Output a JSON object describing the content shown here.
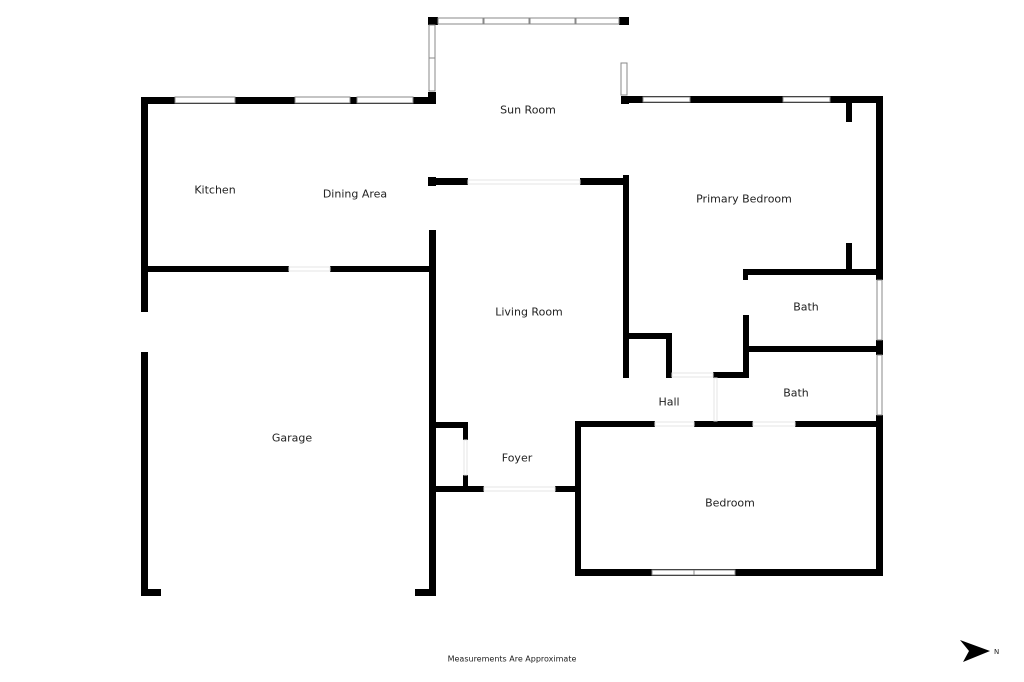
{
  "rooms": {
    "kitchen": "Kitchen",
    "dining_area": "Dining Area",
    "sun_room": "Sun Room",
    "primary_bedroom": "Primary Bedroom",
    "living_room": "Living Room",
    "bath_1": "Bath",
    "bath_2": "Bath",
    "hall": "Hall",
    "garage": "Garage",
    "foyer": "Foyer",
    "bedroom": "Bedroom"
  },
  "footer_note": "Measurements Are Approximate",
  "compass": {
    "label": "N",
    "icon": "north-arrow-icon"
  }
}
